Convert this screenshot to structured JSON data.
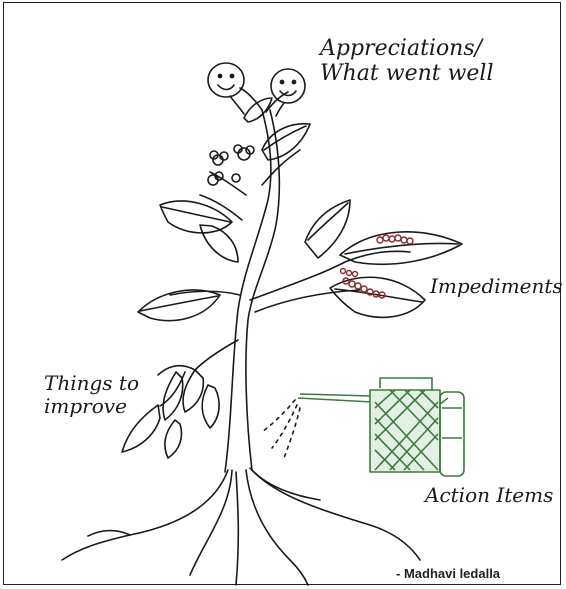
{
  "labels": {
    "appreciations_line1": "Appreciations/",
    "appreciations_line2": "What went well",
    "impediments": "Impediments",
    "things_line1": "Things to",
    "things_line2": "improve",
    "action_items": "Action Items",
    "credit": "- Madhavi ledalla"
  },
  "icons": {
    "flower_faces": "smiley-flower-icon",
    "buds": "flower-bud-icon",
    "watering_can": "watering-can-icon",
    "bugs": "caterpillar-icon"
  },
  "colors": {
    "ink": "#1a1a1a",
    "watering_can": "#3c7a3c",
    "caterpillar": "#8a2a2a"
  }
}
